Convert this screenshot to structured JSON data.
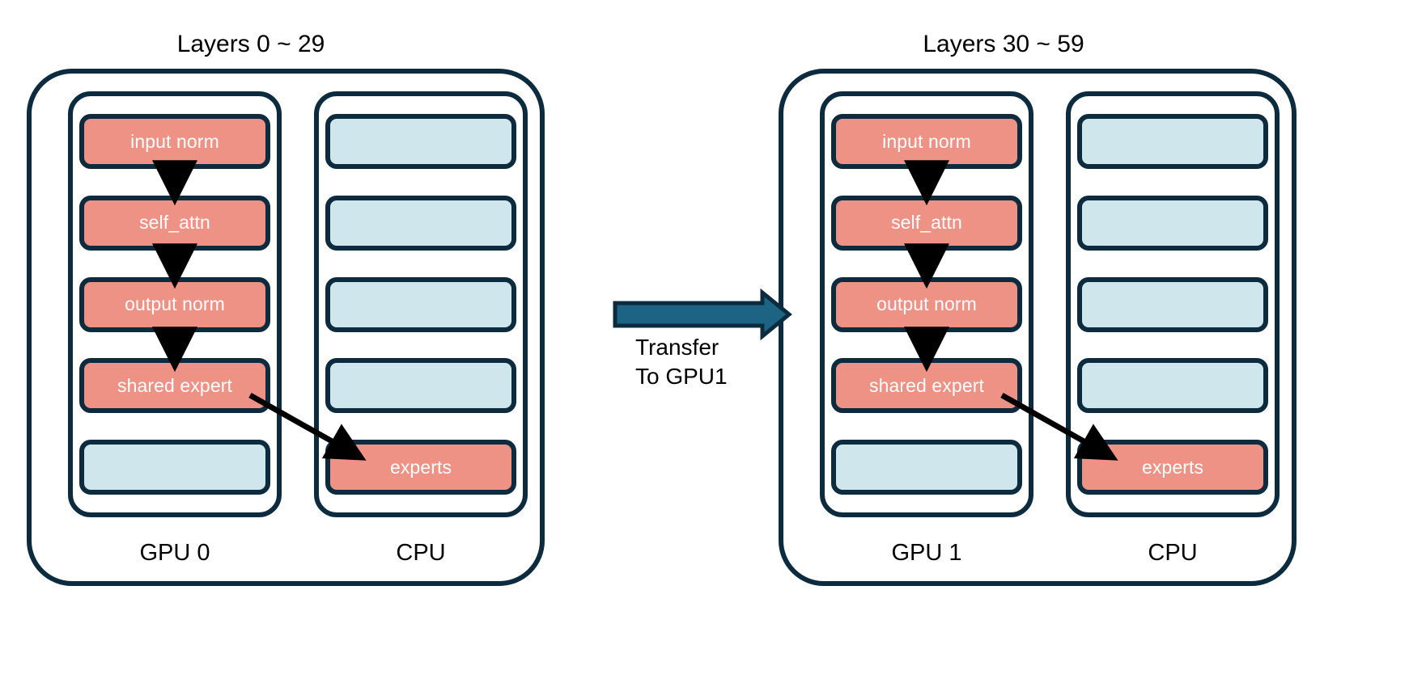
{
  "diagram": {
    "title_hidden": "MoE layer placement across GPU 0 / GPU 1 with CPU-offloaded experts",
    "colors": {
      "warm_block": "#ed9285",
      "cool_block": "#cfe6ed",
      "outline": "#0d2b3e",
      "transfer_arrow": "#1d6383",
      "flow_arrow": "#000000",
      "background": "#ffffff"
    },
    "panels": [
      {
        "id": "panel-left",
        "title": "Layers 0 ~ 29",
        "devices": [
          {
            "id": "gpu0",
            "label": "GPU 0",
            "slots": [
              {
                "label": "input norm",
                "kind": "warm"
              },
              {
                "label": "self_attn",
                "kind": "warm"
              },
              {
                "label": "output norm",
                "kind": "warm"
              },
              {
                "label": "shared expert",
                "kind": "warm"
              },
              {
                "label": "",
                "kind": "cool"
              }
            ]
          },
          {
            "id": "cpu0",
            "label": "CPU",
            "slots": [
              {
                "label": "",
                "kind": "cool"
              },
              {
                "label": "",
                "kind": "cool"
              },
              {
                "label": "",
                "kind": "cool"
              },
              {
                "label": "",
                "kind": "cool"
              },
              {
                "label": "experts",
                "kind": "warm"
              }
            ]
          }
        ]
      },
      {
        "id": "panel-right",
        "title": "Layers 30 ~ 59",
        "devices": [
          {
            "id": "gpu1",
            "label": "GPU 1",
            "slots": [
              {
                "label": "input norm",
                "kind": "warm"
              },
              {
                "label": "self_attn",
                "kind": "warm"
              },
              {
                "label": "output norm",
                "kind": "warm"
              },
              {
                "label": "shared expert",
                "kind": "warm"
              },
              {
                "label": "",
                "kind": "cool"
              }
            ]
          },
          {
            "id": "cpu1",
            "label": "CPU",
            "slots": [
              {
                "label": "",
                "kind": "cool"
              },
              {
                "label": "",
                "kind": "cool"
              },
              {
                "label": "",
                "kind": "cool"
              },
              {
                "label": "",
                "kind": "cool"
              },
              {
                "label": "experts",
                "kind": "warm"
              }
            ]
          }
        ]
      }
    ],
    "transfer": {
      "caption_line1": "Transfer",
      "caption_line2": "To GPU1"
    }
  }
}
